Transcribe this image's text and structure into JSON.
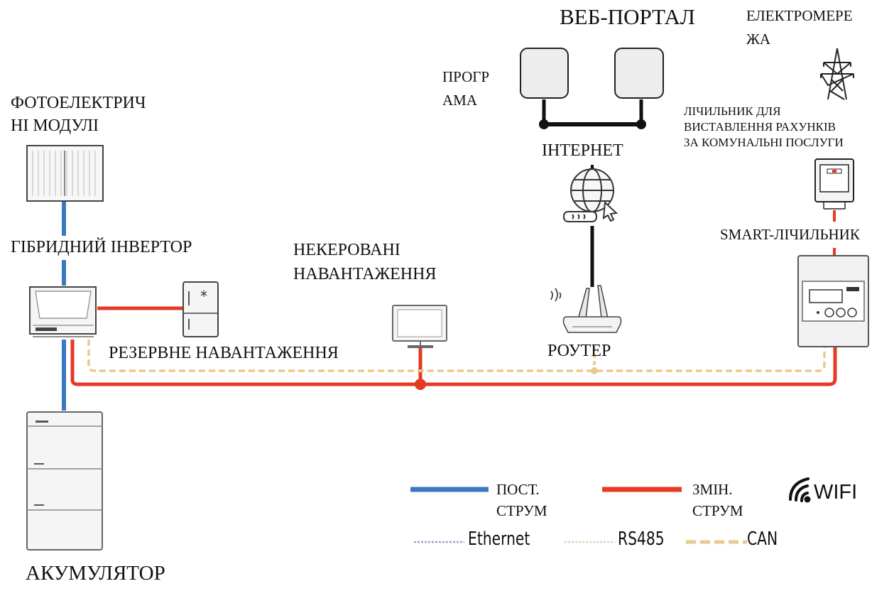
{
  "diagram": {
    "web_portal": "ВЕБ-ПОРТАЛ",
    "grid": [
      "ЕЛЕКТРОМЕРЕ",
      "ЖА"
    ],
    "program": [
      "ПРОГР",
      "АМА"
    ],
    "pv_modules": [
      "ФОТОЕЛЕКТРИЧ",
      "НІ МОДУЛІ"
    ],
    "internet": "ІНТЕРНЕТ",
    "billing_meter": [
      "ЛІЧИЛЬНИК ДЛЯ",
      "ВИСТАВЛЕННЯ РАХУНКІВ",
      "ЗА КОМУНАЛЬНІ ПОСЛУГИ"
    ],
    "smart_meter": "SMART-ЛІЧИЛЬНИК",
    "hybrid_inverter": "ГІБРИДНИЙ ІНВЕРТОР",
    "unmanaged_loads": [
      "НЕКЕРОВАНІ",
      "НАВАНТАЖЕННЯ"
    ],
    "backup_load": "РЕЗЕРВНЕ НАВАНТАЖЕННЯ",
    "router": "РОУТЕР",
    "battery": "АКУМУЛЯТОР"
  },
  "legend": {
    "dc": [
      "ПОСТ.",
      "СТРУМ"
    ],
    "ac": [
      "ЗМІН.",
      "СТРУМ"
    ],
    "wifi": "WIFI",
    "ethernet": "Ethernet",
    "rs485": "RS485",
    "can": "CAN"
  },
  "colors": {
    "dc_line": "#3a78c2",
    "ac_line": "#e63a25",
    "can_line": "#e8c990",
    "ethernet_line": "#9aa6c8",
    "rs485_line": "#e0d2c0",
    "network_line": "#111111"
  }
}
